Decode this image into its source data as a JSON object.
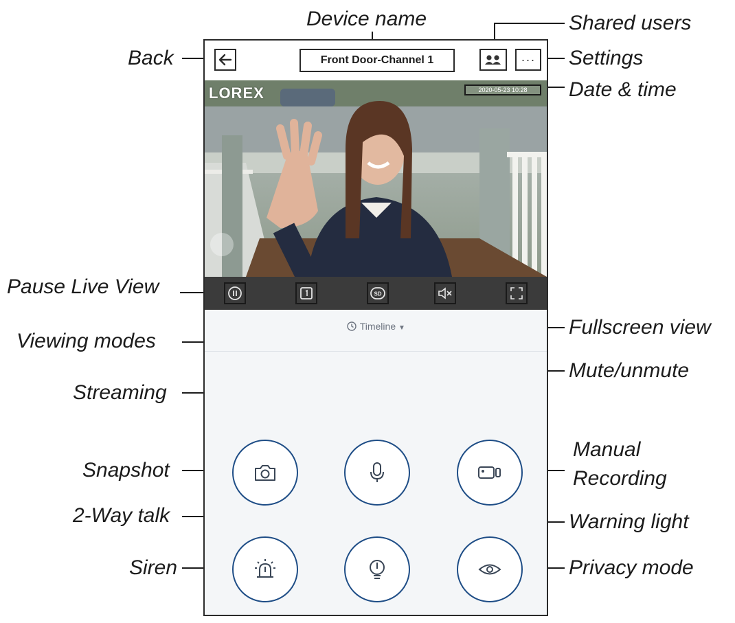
{
  "device_title": "Front Door-Channel 1",
  "brand_overlay": "LOREX",
  "datetime_overlay": "2020-05-23 10:28",
  "timeline_label": "Timeline",
  "callouts": {
    "device_name": "Device name",
    "shared_users": "Shared users",
    "back": "Back",
    "settings": "Settings",
    "date_time": "Date & time",
    "pause_live_view": "Pause Live View",
    "fullscreen_view": "Fullscreen view",
    "viewing_modes": "Viewing modes",
    "mute_unmute": "Mute/unmute",
    "streaming": "Streaming",
    "snapshot": "Snapshot",
    "manual_recording_1": "Manual",
    "manual_recording_2": "Recording",
    "two_way_talk": "2-Way talk",
    "warning_light": "Warning light",
    "siren": "Siren",
    "privacy_mode": "Privacy mode"
  },
  "icons": {
    "back": "arrow-left-icon",
    "shared_users": "users-icon",
    "settings": "ellipsis-icon",
    "pause": "pause-icon",
    "viewing_mode": "single-view-icon",
    "streaming": "sd-icon",
    "mute": "speaker-muted-icon",
    "fullscreen": "expand-icon",
    "snapshot": "camera-icon",
    "talk": "microphone-icon",
    "record": "video-record-icon",
    "siren": "siren-icon",
    "warning_light": "warning-light-icon",
    "privacy": "eye-icon"
  },
  "colors": {
    "accent": "#1e4d86",
    "control_strip": "#3b3b3b",
    "app_bg": "#f4f6f8"
  }
}
